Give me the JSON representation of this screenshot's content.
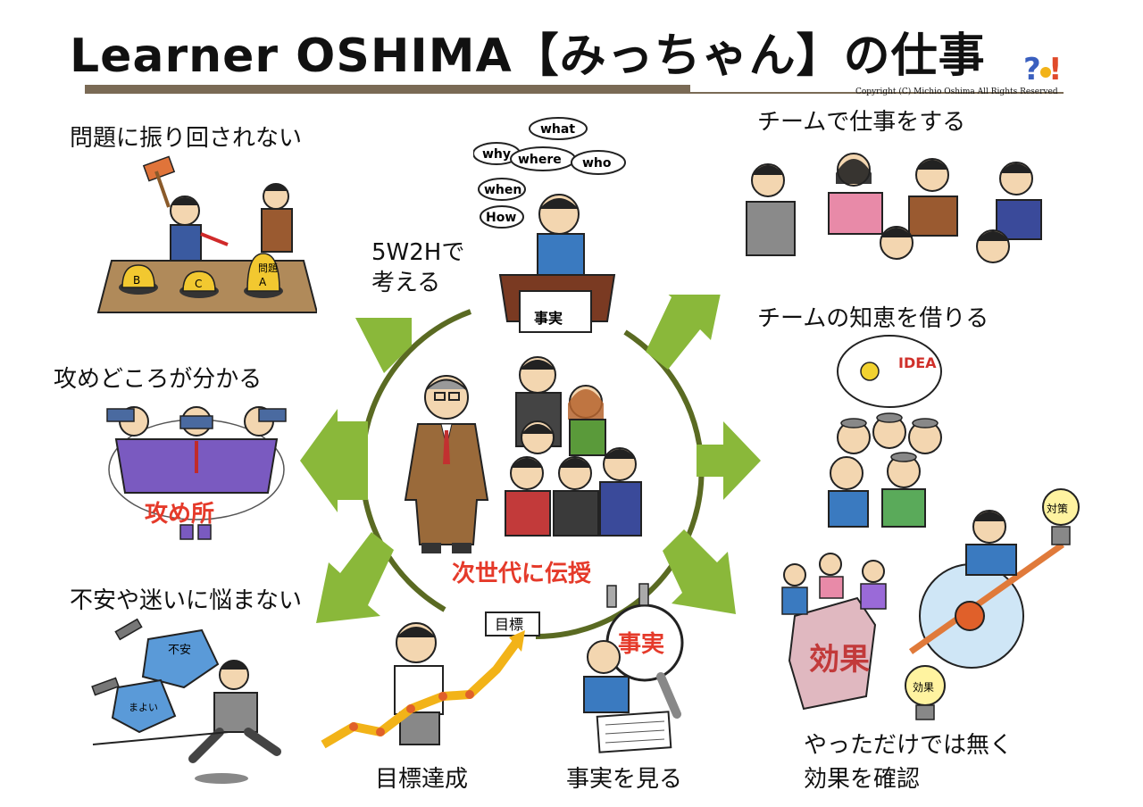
{
  "title": "Learner OSHIMA【みっちゃん】の仕事",
  "copyright": "Copyright (C) Michio Oshima  All Rights Reserved",
  "logo": {
    "text": "?!",
    "colors": [
      "#3a5fbf",
      "#f2b318",
      "#e04a2a"
    ]
  },
  "accent_colors": {
    "arrow": "#8ab83a",
    "circle": "#5a6a22",
    "highlight": "#e53a2a"
  },
  "center_caption": "次世代に伝授",
  "items": {
    "problem": {
      "label": "問題に振り回されない",
      "mole_letters": [
        "B",
        "C",
        "A"
      ],
      "mole_tag": "問題"
    },
    "w5h2": {
      "label_line1": "5W2Hで",
      "label_line2": "考える",
      "bubbles": [
        "what",
        "why",
        "where",
        "who",
        "when",
        "How"
      ],
      "paper": "事実"
    },
    "team_work": {
      "label": "チームで仕事をする"
    },
    "team_wisdom": {
      "label": "チームの知恵を借りる",
      "idea": "IDEA"
    },
    "target_point": {
      "label": "攻めどころが分かる",
      "tag": "攻め所"
    },
    "anxiety": {
      "label": "不安や迷いに悩まない",
      "rock1": "不安",
      "rock2": "まよい"
    },
    "goal": {
      "label": "目標達成",
      "sign": "目標"
    },
    "fact": {
      "label": "事実を見る",
      "lens": "事実"
    },
    "effect": {
      "label_line1": "やっただけでは無く",
      "label_line2": "効果を確認",
      "box": "効果",
      "bulb1": "対策",
      "bulb2": "効果"
    }
  }
}
